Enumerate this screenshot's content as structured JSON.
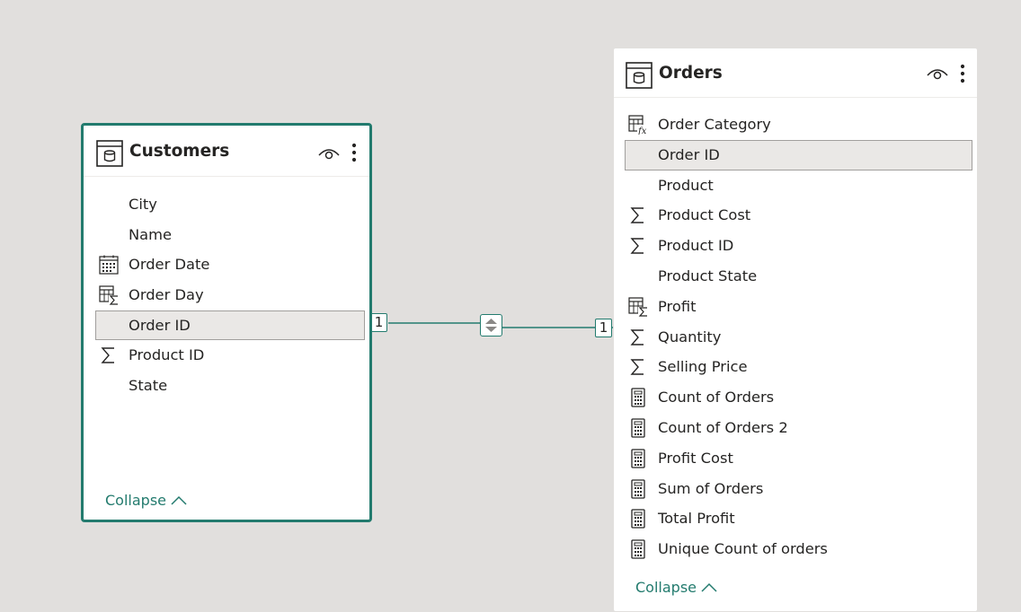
{
  "customers": {
    "title": "Customers",
    "fields": [
      {
        "label": "City",
        "icon": "none"
      },
      {
        "label": "Name",
        "icon": "none"
      },
      {
        "label": "Order Date",
        "icon": "calendar-icon"
      },
      {
        "label": "Order Day",
        "icon": "calculated-column-icon"
      },
      {
        "label": "Order ID",
        "icon": "none",
        "selected": true
      },
      {
        "label": "Product ID",
        "icon": "sigma-icon"
      },
      {
        "label": "State",
        "icon": "none"
      }
    ],
    "collapse_label": "Collapse"
  },
  "orders": {
    "title": "Orders",
    "fields": [
      {
        "label": "Order Category",
        "icon": "fx-column-icon"
      },
      {
        "label": "Order ID",
        "icon": "none",
        "selected": true
      },
      {
        "label": "Product",
        "icon": "none"
      },
      {
        "label": "Product Cost",
        "icon": "sigma-icon"
      },
      {
        "label": "Product ID",
        "icon": "sigma-icon"
      },
      {
        "label": "Product State",
        "icon": "none"
      },
      {
        "label": "Profit",
        "icon": "calculated-column-icon"
      },
      {
        "label": "Quantity",
        "icon": "sigma-icon"
      },
      {
        "label": "Selling Price",
        "icon": "sigma-icon"
      },
      {
        "label": "Count of Orders",
        "icon": "measure-icon"
      },
      {
        "label": "Count of Orders 2",
        "icon": "measure-icon"
      },
      {
        "label": "Profit Cost",
        "icon": "measure-icon"
      },
      {
        "label": "Sum of Orders",
        "icon": "measure-icon"
      },
      {
        "label": "Total Profit",
        "icon": "measure-icon"
      },
      {
        "label": "Unique Count of orders",
        "icon": "measure-icon"
      }
    ],
    "collapse_label": "Collapse"
  },
  "relationship": {
    "left_cardinality": "1",
    "right_cardinality": "1",
    "direction": "both"
  },
  "colors": {
    "accent": "#237b6e",
    "canvas": "#e1dfdd",
    "selected_row": "#eae8e6"
  }
}
